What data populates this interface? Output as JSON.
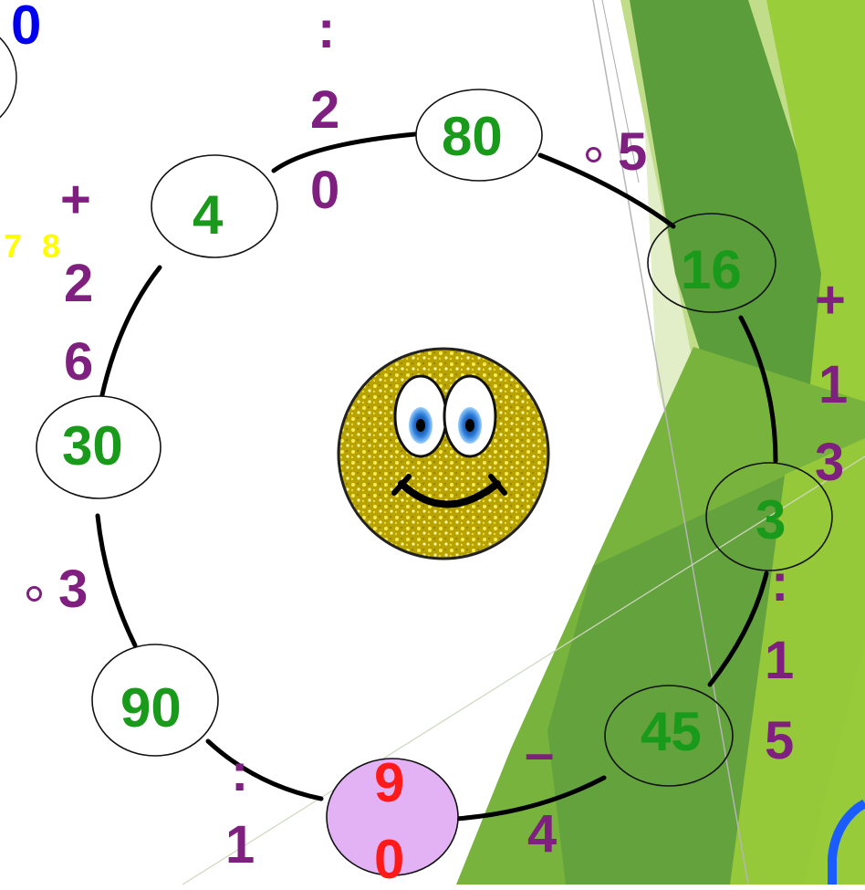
{
  "colors": {
    "node_text": "#1a9a1a",
    "operation_text": "#7f1f7f",
    "final_text": "#ff1a1a",
    "corner_text": "#0000ee",
    "yellow_marks": "#ffff00",
    "final_node_fill": "#e3b2f5",
    "background_greens": [
      "#5a9d3a",
      "#78b33e",
      "#9acd3a",
      "#c2dd8a",
      "#e2eec8"
    ],
    "smiley": "#c8b400"
  },
  "corner_number": "0",
  "nodes": [
    {
      "id": "n80",
      "value": "80"
    },
    {
      "id": "n16",
      "value": "16"
    },
    {
      "id": "n3",
      "value": "3"
    },
    {
      "id": "n45",
      "value": "45"
    },
    {
      "id": "n90bottom",
      "value_line1": "9",
      "value_line2": "0"
    },
    {
      "id": "n90",
      "value": "90"
    },
    {
      "id": "n30",
      "value": "30"
    },
    {
      "id": "n4",
      "value": "4"
    }
  ],
  "operations": {
    "div20": {
      "symbol": ":",
      "d1": "2",
      "d2": "0"
    },
    "mul5": {
      "symbol": "•",
      "d1": "5"
    },
    "plus13": {
      "symbol": "+",
      "d1": "1",
      "d2": "3"
    },
    "div15": {
      "symbol": ":",
      "d1": "1",
      "d2": "5"
    },
    "minus4": {
      "symbol": "–",
      "d1": "4"
    },
    "div1": {
      "symbol": ":",
      "d1": "1"
    },
    "mul3": {
      "symbol": "•",
      "d1": "3"
    },
    "plus26": {
      "symbol": "+",
      "d1": "2",
      "d2": "6"
    }
  },
  "yellow_marks": "7 8",
  "icons": {
    "center": "smiley-face-icon"
  }
}
